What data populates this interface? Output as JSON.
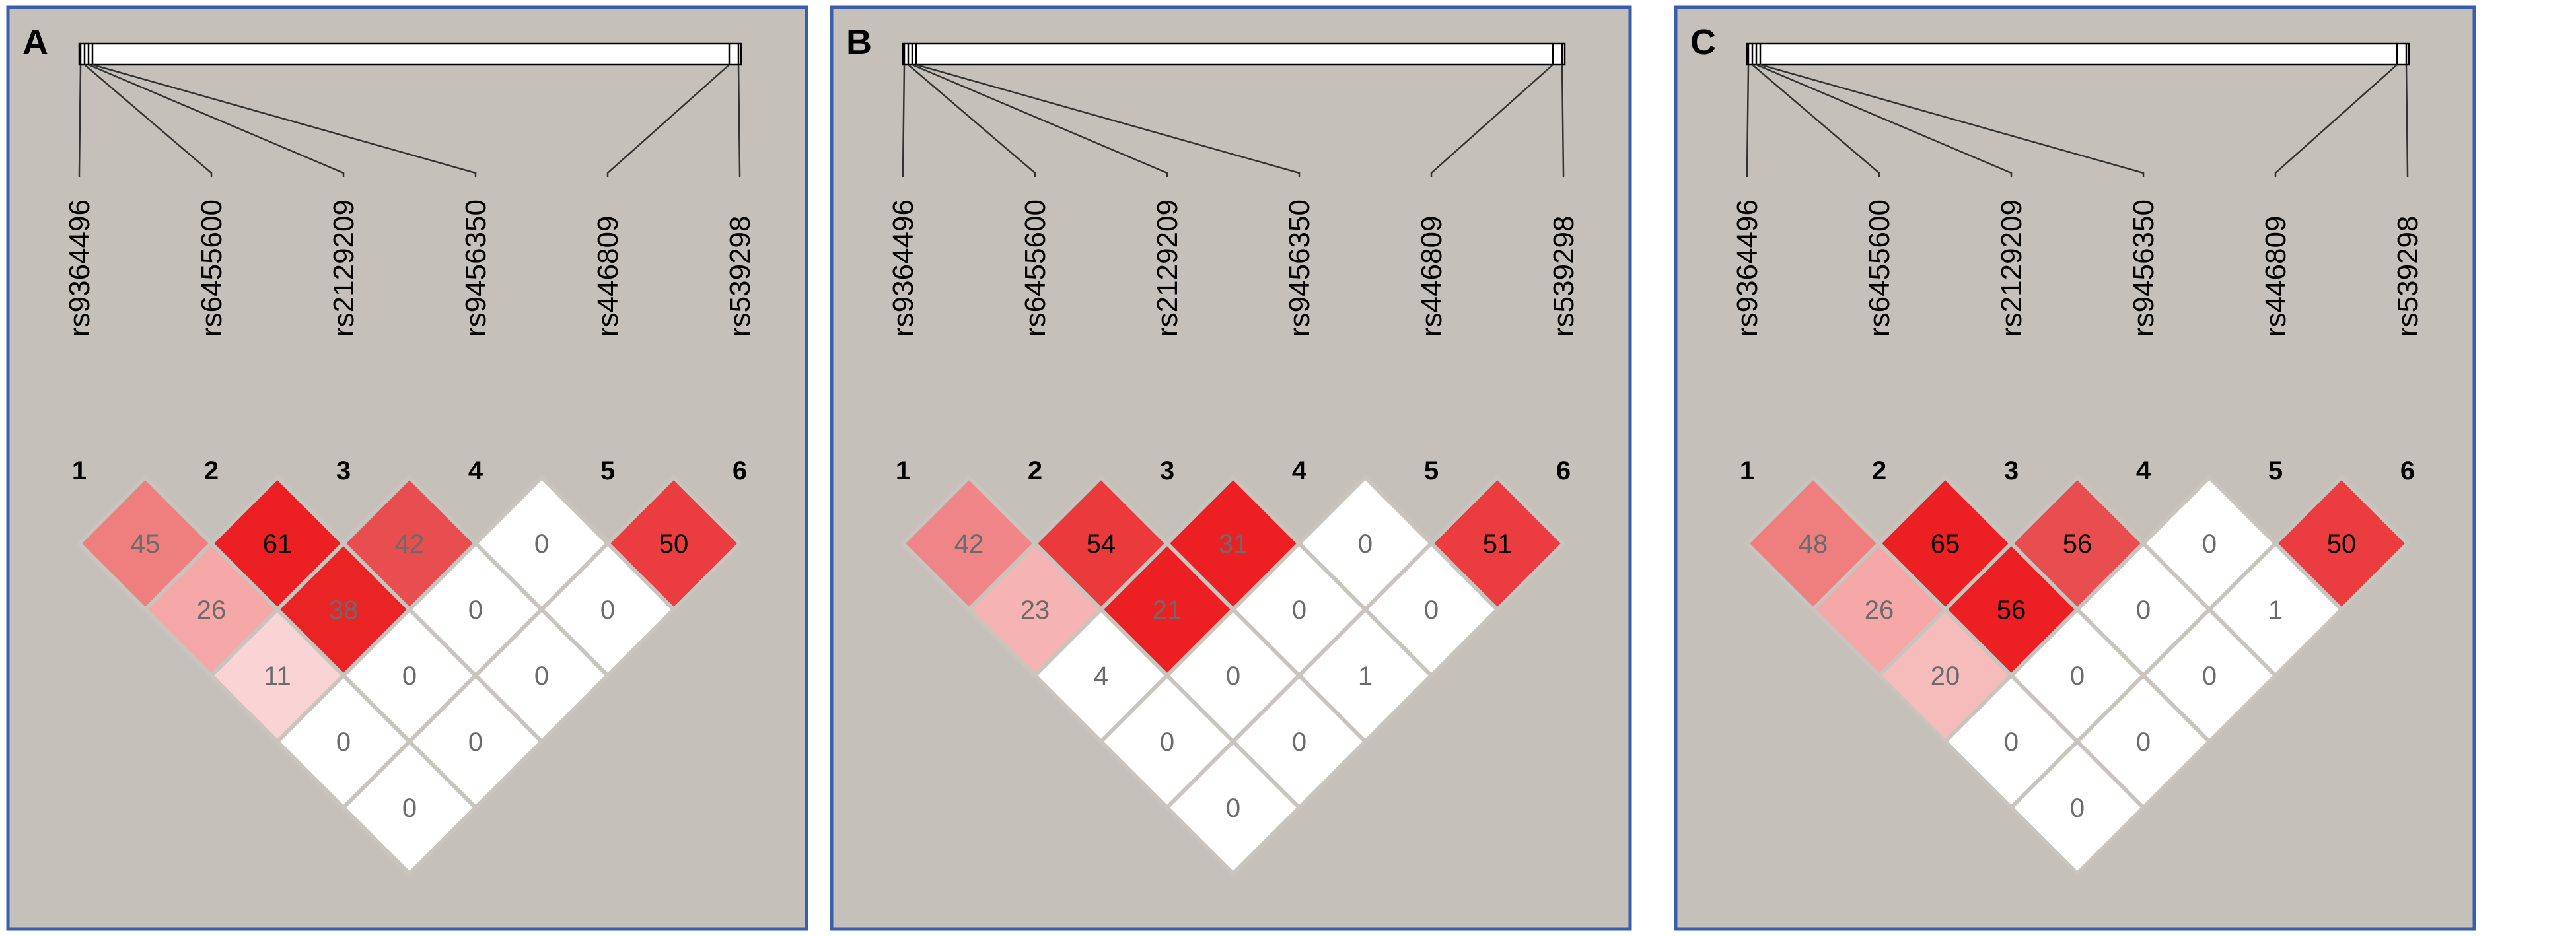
{
  "panels": [
    {
      "label": "A",
      "snps": [
        "rs9364496",
        "rs6455600",
        "rs2129209",
        "rs9456350",
        "rs446809",
        "rs539298"
      ],
      "indices": [
        "1",
        "2",
        "3",
        "4",
        "5",
        "6"
      ],
      "ld_matrix": [
        {
          "pair": [
            1,
            2
          ],
          "value": "45",
          "color": "#ef7f7f",
          "text_color": "#6b6b6b"
        },
        {
          "pair": [
            2,
            3
          ],
          "value": "61",
          "color": "#ec1f22",
          "text_color": "#000000"
        },
        {
          "pair": [
            3,
            4
          ],
          "value": "42",
          "color": "#e84e50",
          "text_color": "#6b6b6b"
        },
        {
          "pair": [
            4,
            5
          ],
          "value": "0",
          "color": "#ffffff",
          "text_color": "#6b6b6b"
        },
        {
          "pair": [
            5,
            6
          ],
          "value": "50",
          "color": "#eb3c3f",
          "text_color": "#000000"
        },
        {
          "pair": [
            1,
            3
          ],
          "value": "26",
          "color": "#f6a7a7",
          "text_color": "#6b6b6b"
        },
        {
          "pair": [
            2,
            4
          ],
          "value": "38",
          "color": "#ea2325",
          "text_color": "#6b6b6b"
        },
        {
          "pair": [
            3,
            5
          ],
          "value": "0",
          "color": "#ffffff",
          "text_color": "#6b6b6b"
        },
        {
          "pair": [
            4,
            6
          ],
          "value": "0",
          "color": "#ffffff",
          "text_color": "#6b6b6b"
        },
        {
          "pair": [
            1,
            4
          ],
          "value": "11",
          "color": "#fad4d4",
          "text_color": "#6b6b6b"
        },
        {
          "pair": [
            2,
            5
          ],
          "value": "0",
          "color": "#ffffff",
          "text_color": "#6b6b6b"
        },
        {
          "pair": [
            3,
            6
          ],
          "value": "0",
          "color": "#ffffff",
          "text_color": "#6b6b6b"
        },
        {
          "pair": [
            1,
            5
          ],
          "value": "0",
          "color": "#ffffff",
          "text_color": "#6b6b6b"
        },
        {
          "pair": [
            2,
            6
          ],
          "value": "0",
          "color": "#ffffff",
          "text_color": "#6b6b6b"
        },
        {
          "pair": [
            1,
            6
          ],
          "value": "0",
          "color": "#ffffff",
          "text_color": "#6b6b6b"
        }
      ]
    },
    {
      "label": "B",
      "snps": [
        "rs9364496",
        "rs6455600",
        "rs2129209",
        "rs9456350",
        "rs446809",
        "rs539298"
      ],
      "indices": [
        "1",
        "2",
        "3",
        "4",
        "5",
        "6"
      ],
      "ld_matrix": [
        {
          "pair": [
            1,
            2
          ],
          "value": "42",
          "color": "#ef8586",
          "text_color": "#6b6b6b"
        },
        {
          "pair": [
            2,
            3
          ],
          "value": "54",
          "color": "#ea3a3c",
          "text_color": "#000000"
        },
        {
          "pair": [
            3,
            4
          ],
          "value": "31",
          "color": "#ec1f22",
          "text_color": "#6b6b6b"
        },
        {
          "pair": [
            4,
            5
          ],
          "value": "0",
          "color": "#ffffff",
          "text_color": "#6b6b6b"
        },
        {
          "pair": [
            5,
            6
          ],
          "value": "51",
          "color": "#eb3c3f",
          "text_color": "#000000"
        },
        {
          "pair": [
            1,
            3
          ],
          "value": "23",
          "color": "#f6b3b3",
          "text_color": "#6b6b6b"
        },
        {
          "pair": [
            2,
            4
          ],
          "value": "21",
          "color": "#ec1f22",
          "text_color": "#6b6b6b"
        },
        {
          "pair": [
            3,
            5
          ],
          "value": "0",
          "color": "#ffffff",
          "text_color": "#6b6b6b"
        },
        {
          "pair": [
            4,
            6
          ],
          "value": "0",
          "color": "#ffffff",
          "text_color": "#6b6b6b"
        },
        {
          "pair": [
            1,
            4
          ],
          "value": "4",
          "color": "#ffffff",
          "text_color": "#6b6b6b"
        },
        {
          "pair": [
            2,
            5
          ],
          "value": "0",
          "color": "#ffffff",
          "text_color": "#6b6b6b"
        },
        {
          "pair": [
            3,
            6
          ],
          "value": "1",
          "color": "#ffffff",
          "text_color": "#6b6b6b"
        },
        {
          "pair": [
            1,
            5
          ],
          "value": "0",
          "color": "#ffffff",
          "text_color": "#6b6b6b"
        },
        {
          "pair": [
            2,
            6
          ],
          "value": "0",
          "color": "#ffffff",
          "text_color": "#6b6b6b"
        },
        {
          "pair": [
            1,
            6
          ],
          "value": "0",
          "color": "#ffffff",
          "text_color": "#6b6b6b"
        }
      ]
    },
    {
      "label": "C",
      "snps": [
        "rs9364496",
        "rs6455600",
        "rs2129209",
        "rs9456350",
        "rs446809",
        "rs539298"
      ],
      "indices": [
        "1",
        "2",
        "3",
        "4",
        "5",
        "6"
      ],
      "ld_matrix": [
        {
          "pair": [
            1,
            2
          ],
          "value": "48",
          "color": "#ef7f7f",
          "text_color": "#6b6b6b"
        },
        {
          "pair": [
            2,
            3
          ],
          "value": "65",
          "color": "#ec1f22",
          "text_color": "#000000"
        },
        {
          "pair": [
            3,
            4
          ],
          "value": "56",
          "color": "#e84e50",
          "text_color": "#000000"
        },
        {
          "pair": [
            4,
            5
          ],
          "value": "0",
          "color": "#ffffff",
          "text_color": "#6b6b6b"
        },
        {
          "pair": [
            5,
            6
          ],
          "value": "50",
          "color": "#eb3c3f",
          "text_color": "#000000"
        },
        {
          "pair": [
            1,
            3
          ],
          "value": "26",
          "color": "#f6a7a7",
          "text_color": "#6b6b6b"
        },
        {
          "pair": [
            2,
            4
          ],
          "value": "56",
          "color": "#ec1f22",
          "text_color": "#000000"
        },
        {
          "pair": [
            3,
            5
          ],
          "value": "0",
          "color": "#ffffff",
          "text_color": "#6b6b6b"
        },
        {
          "pair": [
            4,
            6
          ],
          "value": "1",
          "color": "#ffffff",
          "text_color": "#6b6b6b"
        },
        {
          "pair": [
            1,
            4
          ],
          "value": "20",
          "color": "#f6bcbc",
          "text_color": "#6b6b6b"
        },
        {
          "pair": [
            2,
            5
          ],
          "value": "0",
          "color": "#ffffff",
          "text_color": "#6b6b6b"
        },
        {
          "pair": [
            3,
            6
          ],
          "value": "0",
          "color": "#ffffff",
          "text_color": "#6b6b6b"
        },
        {
          "pair": [
            1,
            5
          ],
          "value": "0",
          "color": "#ffffff",
          "text_color": "#6b6b6b"
        },
        {
          "pair": [
            2,
            6
          ],
          "value": "0",
          "color": "#ffffff",
          "text_color": "#6b6b6b"
        },
        {
          "pair": [
            1,
            6
          ],
          "value": "0",
          "color": "#ffffff",
          "text_color": "#6b6b6b"
        }
      ]
    }
  ]
}
